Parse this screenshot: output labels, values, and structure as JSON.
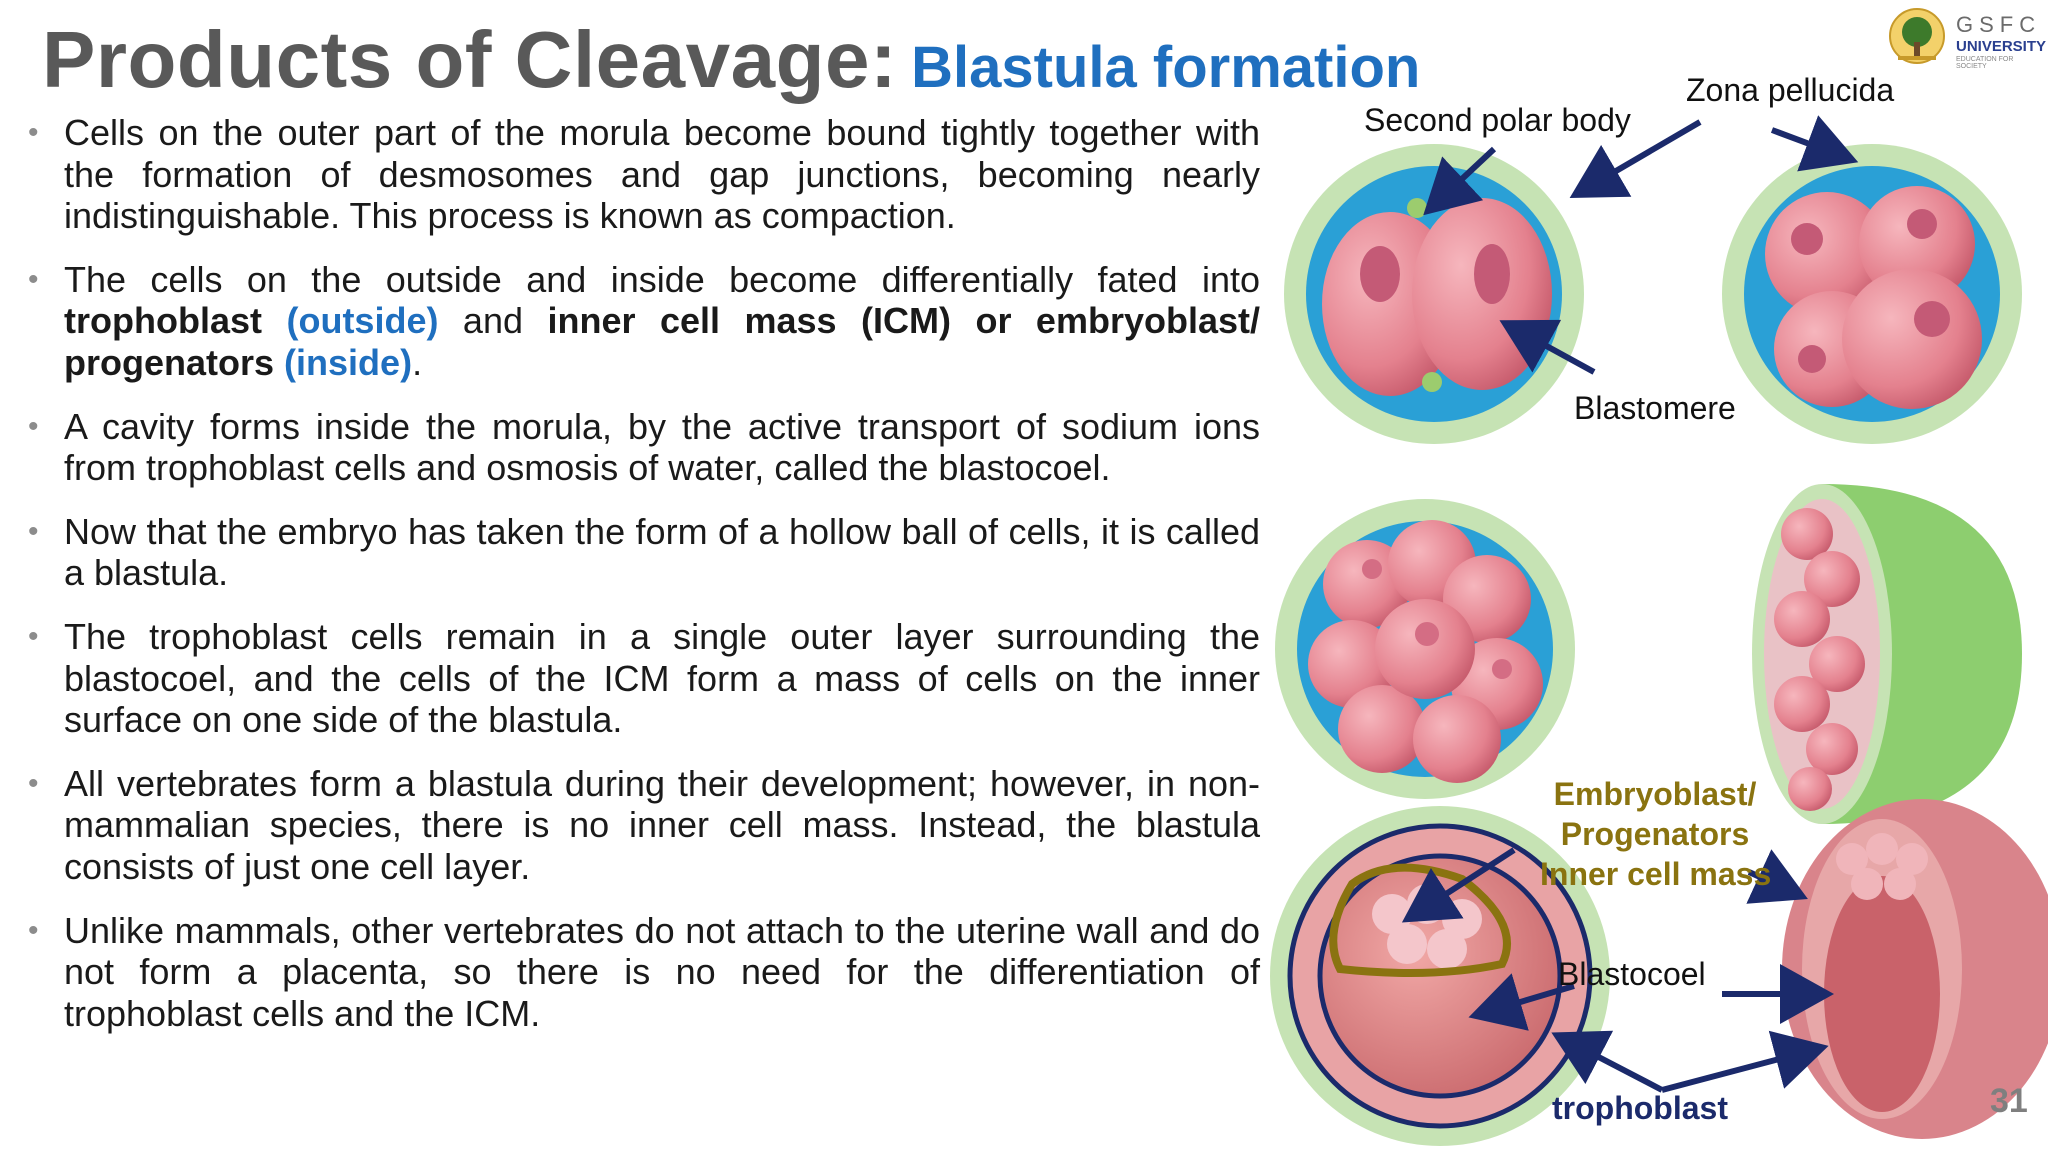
{
  "title": {
    "main": "Products of Cleavage:",
    "sub": "Blastula formation"
  },
  "logo": {
    "line1": "GSFC",
    "line2": "UNIVERSITY",
    "line3": "EDUCATION FOR SOCIETY"
  },
  "bullets": [
    {
      "parts": [
        {
          "t": "Cells on the outer part of the morula become bound tightly together with the formation of desmosomes and gap junctions, becoming nearly indistinguishable. This process is known as compaction."
        }
      ]
    },
    {
      "parts": [
        {
          "t": "The cells on the outside and inside become differentially fated into "
        },
        {
          "t": "trophoblast",
          "s": "b"
        },
        {
          "t": " "
        },
        {
          "t": "(outside)",
          "s": "blue"
        },
        {
          "t": " and "
        },
        {
          "t": "inner cell mass (ICM) or embryoblast/ progenators",
          "s": "b"
        },
        {
          "t": " "
        },
        {
          "t": "(inside)",
          "s": "blue"
        },
        {
          "t": "."
        }
      ]
    },
    {
      "parts": [
        {
          "t": "A cavity forms inside the morula, by the active transport of sodium ions from trophoblast cells and osmosis of water, called the blastocoel."
        }
      ]
    },
    {
      "parts": [
        {
          "t": "Now that the embryo has taken the form of a hollow ball of cells, it is called a blastula."
        }
      ]
    },
    {
      "parts": [
        {
          "t": "The trophoblast cells remain in a single outer layer surrounding the blastocoel, and the cells of the ICM form a mass of cells on the inner surface on one side of the blastula."
        }
      ]
    },
    {
      "parts": [
        {
          "t": "All vertebrates form a blastula during their development; however, in non-mammalian species, there is no inner cell mass. Instead, the blastula consists of just one cell layer."
        }
      ]
    },
    {
      "parts": [
        {
          "t": "Unlike mammals, other vertebrates do not attach to the uterine wall and do not form a placenta, so there is no need for the differentiation of trophoblast cells and the ICM."
        }
      ]
    }
  ],
  "figure": {
    "labels": {
      "zona": "Zona pellucida",
      "polar": "Second polar body",
      "blastomere": "Blastomere",
      "embryoblast_1": "Embryoblast/",
      "embryoblast_2": "Progenators",
      "embryoblast_3": "Inner cell mass",
      "blastocoel": "Blastocoel",
      "trophoblast": "trophoblast"
    },
    "colors": {
      "zona": "#c6e3b4",
      "fluid": "#2aa0d6",
      "cell": "#e4818e",
      "nucleus": "#c45a76",
      "arrow": "#1b2a6b",
      "icm_outline": "#8a7310"
    }
  },
  "page_number": "31"
}
